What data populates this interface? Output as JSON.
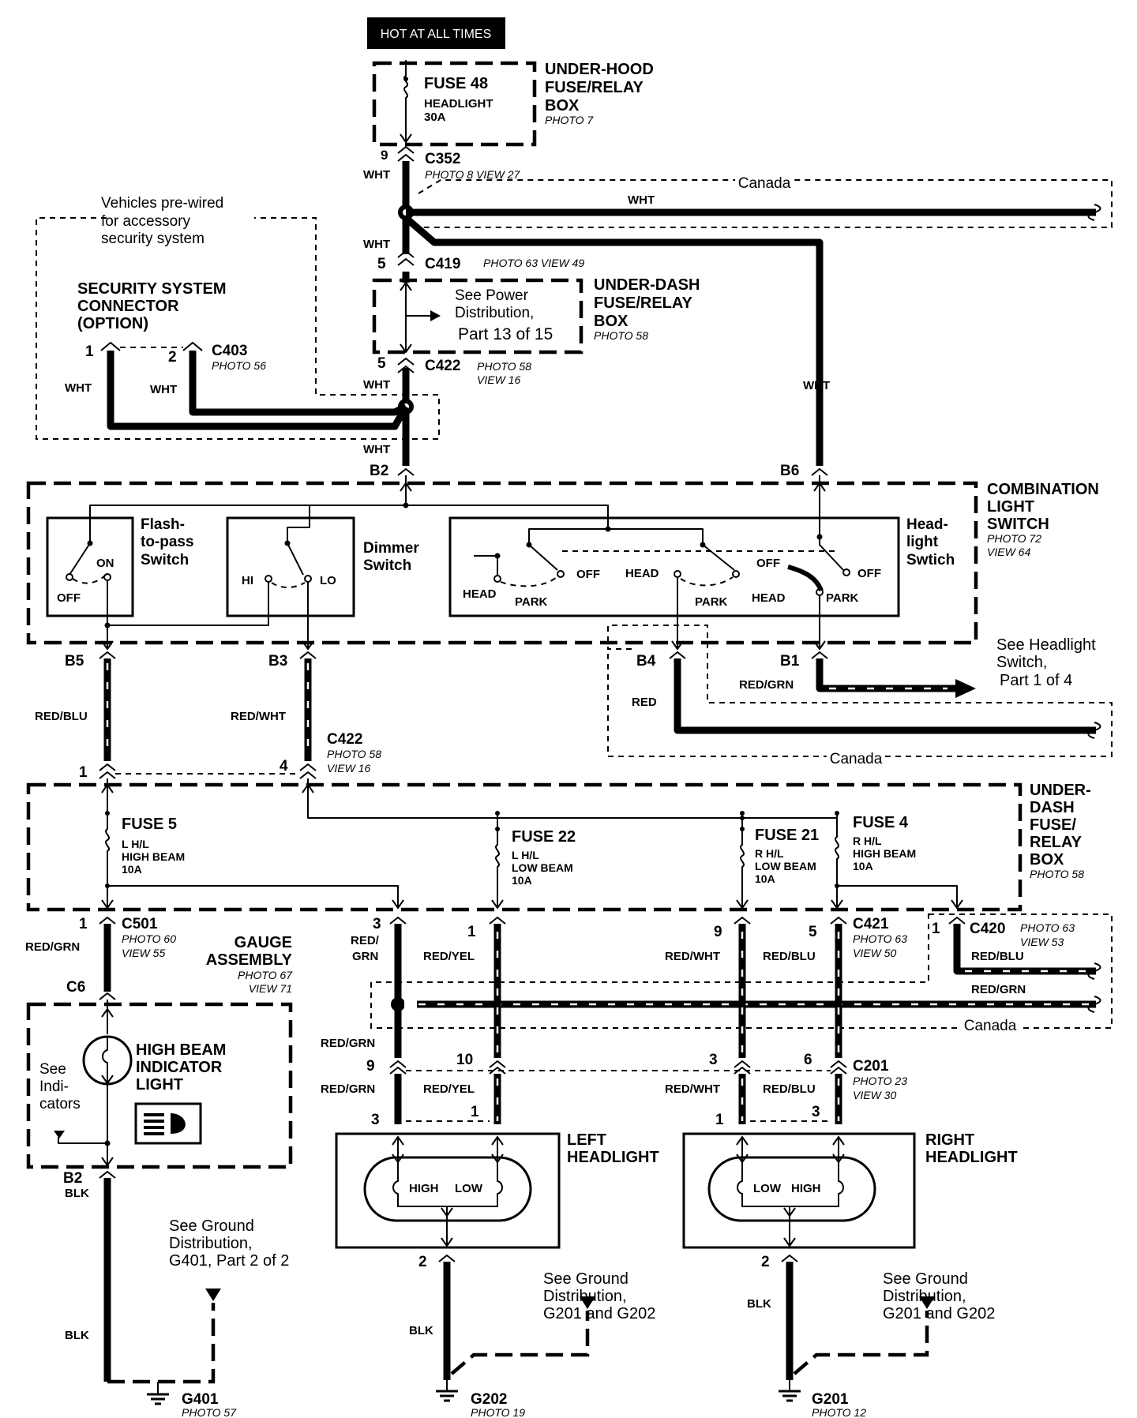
{
  "banner": "HOT AT ALL TIMES",
  "fuse48": {
    "name": "FUSE 48",
    "circuit": "HEADLIGHT",
    "rating": "30A"
  },
  "underhood": {
    "line1": "UNDER-HOOD",
    "line2": "FUSE/RELAY",
    "line3": "BOX",
    "photo": "PHOTO 7"
  },
  "c352": {
    "pin": "9",
    "name": "C352",
    "ref": "PHOTO 8   VIEW 27"
  },
  "canada": "Canada",
  "wires": {
    "wht": "WHT",
    "red": "RED",
    "red_grn": "RED/GRN",
    "red_blu": "RED/BLU",
    "red_wht": "RED/WHT",
    "red_yel": "RED/YEL",
    "blk": "BLK",
    "red_slash": "RED/",
    "grn": "GRN"
  },
  "prewired": {
    "line1": "Vehicles pre-wired",
    "line2": "for accessory",
    "line3": "security system"
  },
  "c419": {
    "pin": "5",
    "name": "C419",
    "ref": "PHOTO 63   VIEW 49"
  },
  "power_dist": {
    "line1": "See Power",
    "line2": "Distribution,",
    "line3": "Part 13 of 15"
  },
  "underdash_top": {
    "line1": "UNDER-DASH",
    "line2": "FUSE/RELAY",
    "line3": "BOX",
    "photo": "PHOTO 58"
  },
  "security": {
    "line1": "SECURITY SYSTEM",
    "line2": "CONNECTOR",
    "line3": "(OPTION)",
    "pin1": "1",
    "pin2": "2",
    "name": "C403",
    "photo": "PHOTO 56"
  },
  "c422_top": {
    "pin": "5",
    "name": "C422",
    "photo": "PHOTO 58",
    "view": "VIEW 16"
  },
  "b2": "B2",
  "b6": "B6",
  "combo": {
    "line1": "COMBINATION",
    "line2": "LIGHT",
    "line3": "SWITCH",
    "photo": "PHOTO 72",
    "view": "VIEW 64"
  },
  "flash": {
    "line1": "Flash-",
    "line2": "to-pass",
    "line3": "Switch",
    "on": "ON",
    "off": "OFF"
  },
  "dimmer": {
    "line1": "Dimmer",
    "line2": "Switch",
    "hi": "HI",
    "lo": "LO"
  },
  "headsw": {
    "line1": "Head-",
    "line2": "light",
    "line3": "Swtich",
    "head": "HEAD",
    "park": "PARK",
    "off": "OFF"
  },
  "pins_b": {
    "b5": "B5",
    "b3": "B3",
    "b4": "B4",
    "b1": "B1"
  },
  "see_headlight": {
    "line1": "See Headlight",
    "line2": "Switch,",
    "line3": "Part 1 of 4"
  },
  "c422_mid": {
    "name": "C422",
    "photo": "PHOTO 58",
    "view": "VIEW 16",
    "pin1": "1",
    "pin4": "4"
  },
  "underdash_mid": {
    "line1": "UNDER-",
    "line2": "DASH",
    "line3": "FUSE/",
    "line4": "RELAY",
    "line5": "BOX",
    "photo": "PHOTO 58"
  },
  "fuse5": {
    "name": "FUSE 5",
    "l1": "L H/L",
    "l2": "HIGH BEAM",
    "l3": "10A"
  },
  "fuse22": {
    "name": "FUSE 22",
    "l1": "L H/L",
    "l2": "LOW BEAM",
    "l3": "10A"
  },
  "fuse21": {
    "name": "FUSE 21",
    "l1": "R H/L",
    "l2": "LOW BEAM",
    "l3": "10A"
  },
  "fuse4": {
    "name": "FUSE 4",
    "l1": "R H/L",
    "l2": "HIGH BEAM",
    "l3": "10A"
  },
  "c501": {
    "pin": "1",
    "name": "C501",
    "photo": "PHOTO 60",
    "view": "VIEW 55"
  },
  "gauge": {
    "line1": "GAUGE",
    "line2": "ASSEMBLY",
    "photo": "PHOTO 67",
    "view": "VIEW 71"
  },
  "c6": "C6",
  "c421": {
    "name": "C421",
    "photo": "PHOTO 63",
    "view": "VIEW 50",
    "p3": "3",
    "p1": "1",
    "p9": "9",
    "p5": "5"
  },
  "c420": {
    "pin": "1",
    "name": "C420",
    "photo": "PHOTO 63",
    "view": "VIEW 53"
  },
  "hbi": {
    "line1": "HIGH BEAM",
    "line2": "INDICATOR",
    "line3": "LIGHT",
    "see1": "See",
    "see2": "Indi-",
    "see3": "cators"
  },
  "c201": {
    "name": "C201",
    "photo": "PHOTO 23",
    "view": "VIEW 30",
    "p9": "9",
    "p10": "10",
    "p3": "3",
    "p6": "6",
    "hl_l3": "3",
    "hl_l1": "1",
    "hl_r1": "1",
    "hl_r3": "3"
  },
  "left_hl": {
    "line1": "LEFT",
    "line2": "HEADLIGHT",
    "high": "HIGH",
    "low": "LOW",
    "pin": "2"
  },
  "right_hl": {
    "line1": "RIGHT",
    "line2": "HEADLIGHT",
    "high": "HIGH",
    "low": "LOW",
    "pin": "2"
  },
  "b2_bottom": "B2",
  "ground_g401": {
    "line1": "See Ground",
    "line2": "Distribution,",
    "line3": "G401, Part 2 of 2",
    "name": "G401",
    "photo": "PHOTO 57"
  },
  "ground_g202": {
    "line1": "See Ground",
    "line2": "Distribution,",
    "line3": "G201 and G202",
    "name": "G202",
    "photo": "PHOTO 19"
  },
  "ground_g201": {
    "line1": "See Ground",
    "line2": "Distribution,",
    "line3": "G201 and G202",
    "name": "G201",
    "photo": "PHOTO 12"
  }
}
